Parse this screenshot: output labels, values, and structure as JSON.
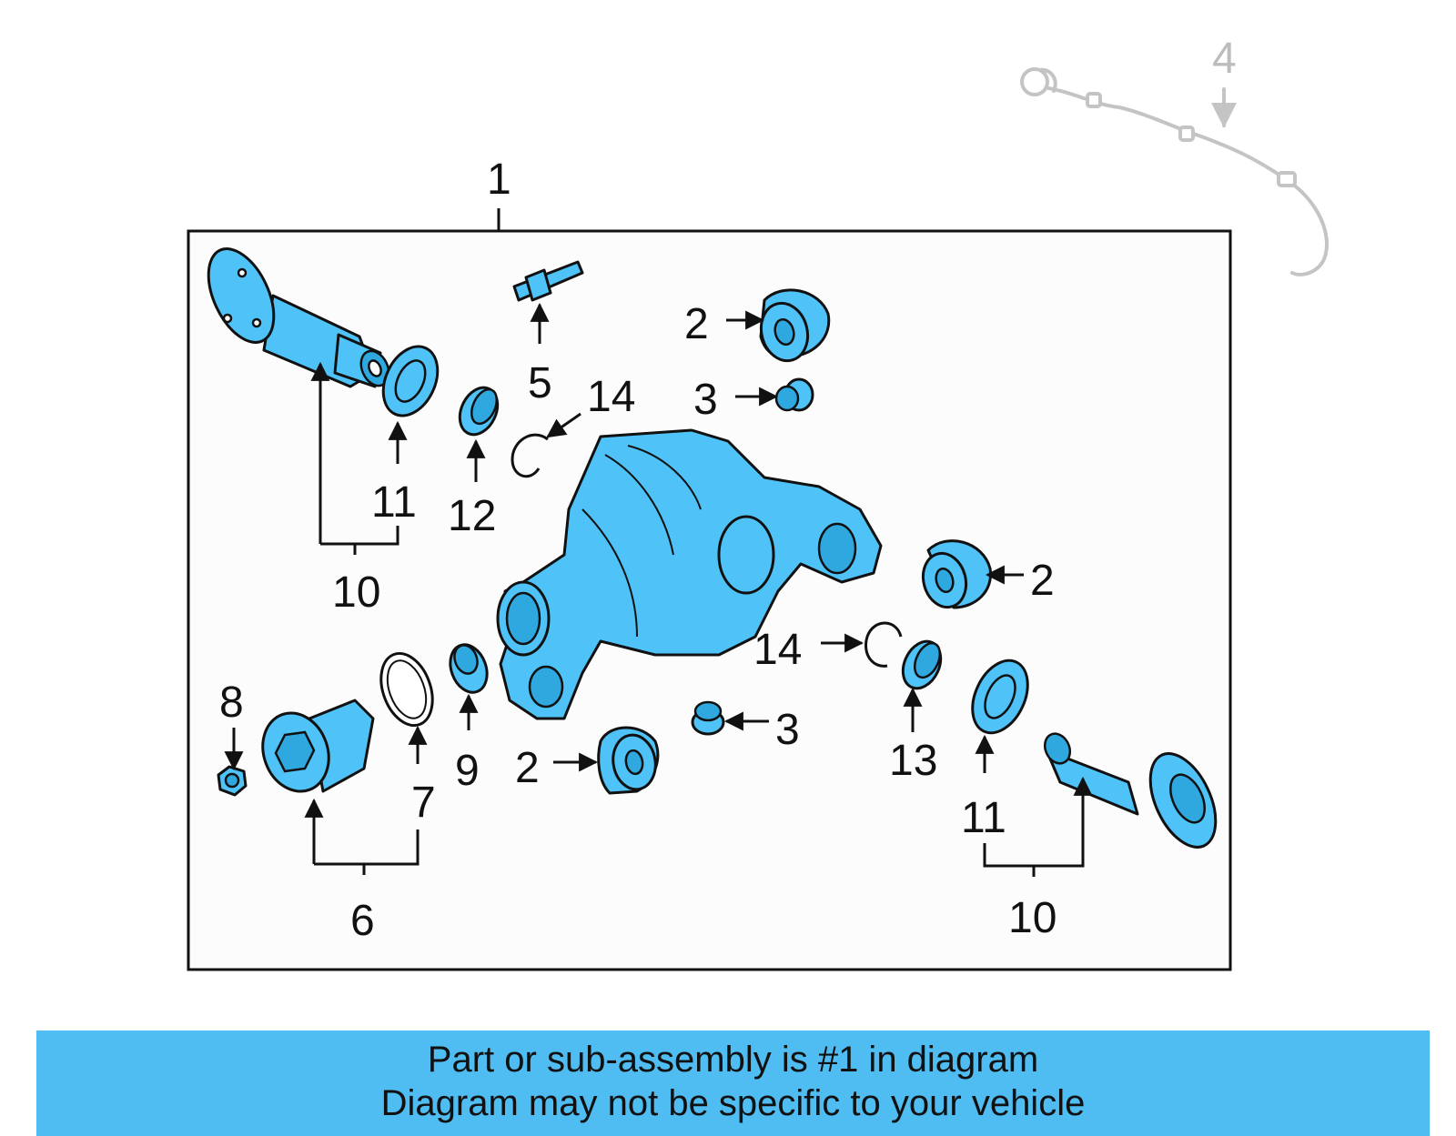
{
  "diagram": {
    "callouts": {
      "c1": "1",
      "c2a": "2",
      "c2b": "2",
      "c2c": "2",
      "c3a": "3",
      "c3b": "3",
      "c4": "4",
      "c5": "5",
      "c6": "6",
      "c7": "7",
      "c8": "8",
      "c9": "9",
      "c10a": "10",
      "c10b": "10",
      "c11a": "11",
      "c11b": "11",
      "c12": "12",
      "c13": "13",
      "c14a": "14",
      "c14b": "14"
    },
    "part_color": "#4fc3f7",
    "ghost_color": "#c4c4c4"
  },
  "banner": {
    "line1": "Part or sub-assembly is #1 in diagram",
    "line2": "Diagram may not be specific to your vehicle",
    "color": "#4fbcf2"
  }
}
